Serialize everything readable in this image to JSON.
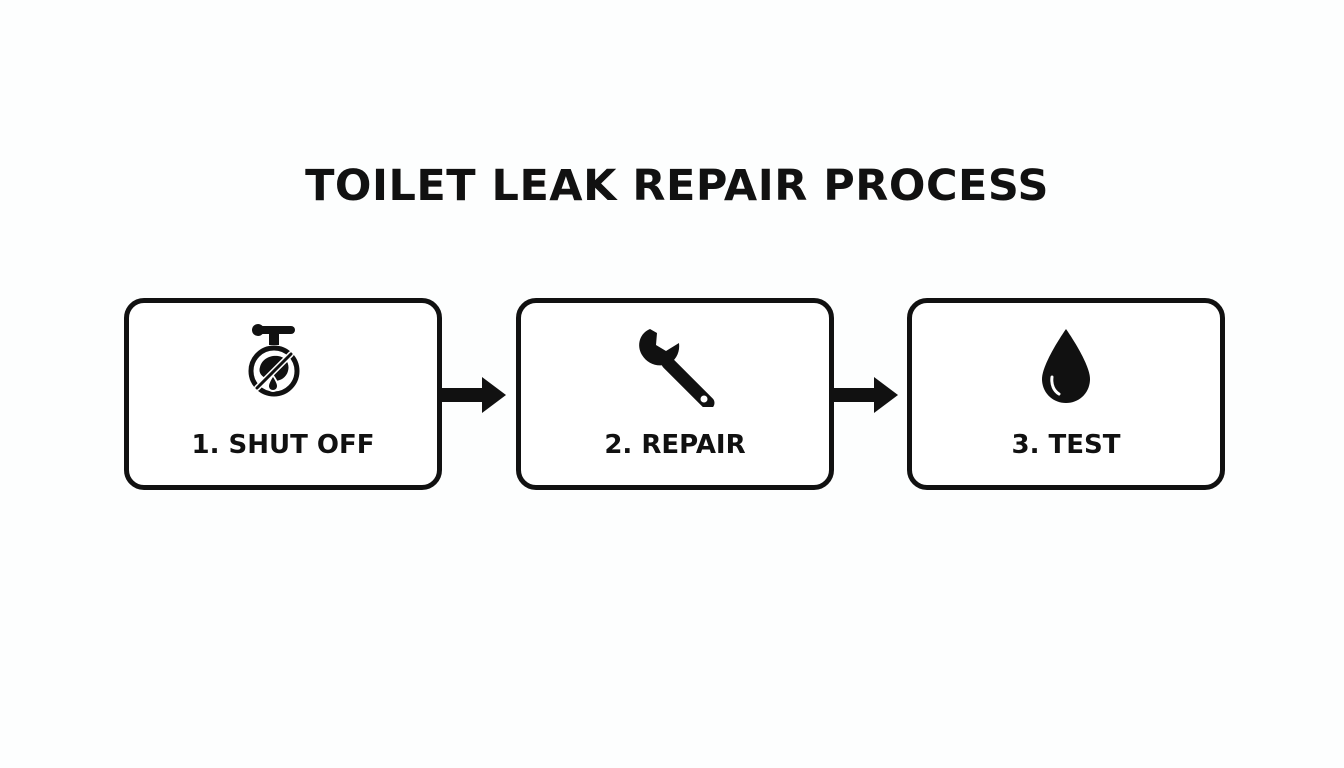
{
  "diagram": {
    "title": "TOILET LEAK REPAIR PROCESS",
    "steps": [
      {
        "label": "1. SHUT OFF",
        "icon": "shutoff-valve-icon"
      },
      {
        "label": "2. REPAIR",
        "icon": "wrench-icon"
      },
      {
        "label": "3. TEST",
        "icon": "water-drop-icon"
      }
    ],
    "colors": {
      "stroke": "#111111",
      "background": "#fdfefe"
    }
  }
}
